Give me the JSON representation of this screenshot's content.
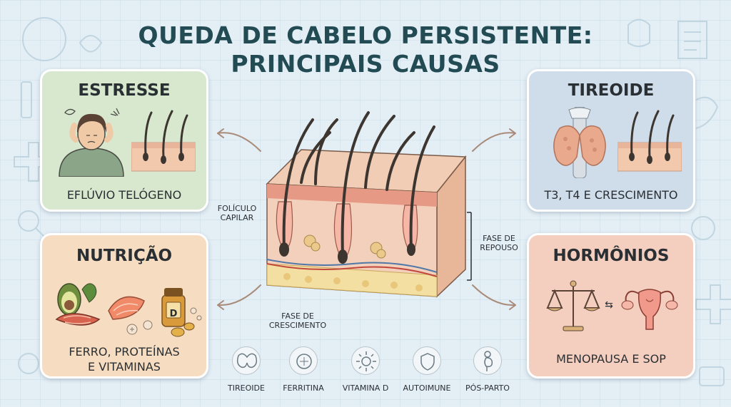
{
  "title_line1": "QUEDA DE CABELO PERSISTENTE:",
  "title_line2": "PRINCIPAIS CAUSAS",
  "cards": {
    "estresse": {
      "title": "ESTRESSE",
      "caption": "EFLÚVIO TELÓGENO"
    },
    "tireoide": {
      "title": "TIREOIDE",
      "caption": "T3, T4 E CRESCIMENTO"
    },
    "nutricao": {
      "title": "NUTRIÇÃO",
      "caption_line1": "FERRO, PROTEÍNAS",
      "caption_line2": "E VITAMINAS",
      "bottle_label": "D"
    },
    "hormonios": {
      "title": "HORMÔNIOS",
      "caption": "MENOPAUSA E SOP",
      "swap_symbol": "⇆"
    }
  },
  "diagram_labels": {
    "foliculo_line1": "FOLÍCULO",
    "foliculo_line2": "CAPILAR",
    "repouso_line1": "FASE DE",
    "repouso_line2": "REPOUSO",
    "crescimento_line1": "FASE DE",
    "crescimento_line2": "CRESCIMENTO"
  },
  "bottom_icons": [
    {
      "label": "TIREOIDE",
      "icon": "thyroid-icon"
    },
    {
      "label": "FERRITINA",
      "icon": "ferritin-icon"
    },
    {
      "label": "VITAMINA D",
      "icon": "sun-icon"
    },
    {
      "label": "AUTOIMUNE",
      "icon": "shield-icon"
    },
    {
      "label": "PÓS-PARTO",
      "icon": "pregnancy-icon"
    }
  ],
  "colors": {
    "title": "#234b54",
    "estresse_bg": "#d7e8cf",
    "tireoide_bg": "#cfdcea",
    "nutricao_bg": "#f6dcc0",
    "hormonios_bg": "#f4cfc0",
    "skin": "#f3c9ae",
    "hair": "#3d3530"
  }
}
